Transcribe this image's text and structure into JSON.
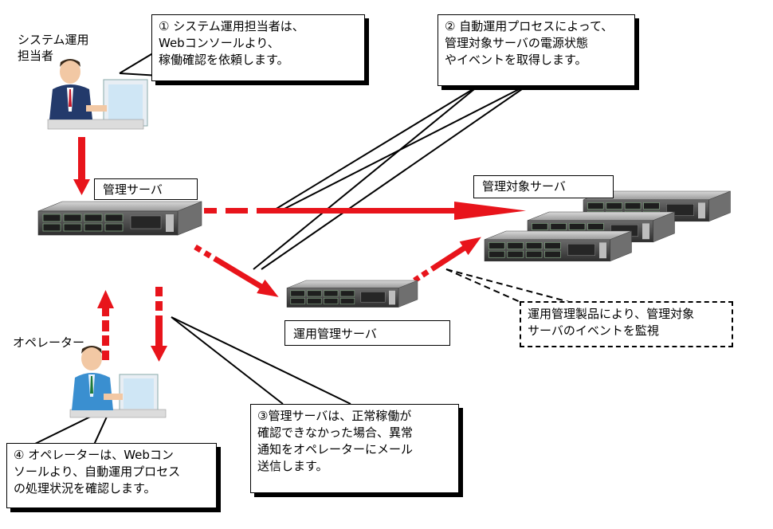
{
  "actors": {
    "sysadmin_label": "システム運用\n担当者",
    "operator_label": "オペレーター"
  },
  "nodes": {
    "mgmt_server": "管理サーバ",
    "ops_mgmt_server": "運用管理サーバ",
    "target_servers": "管理対象サーバ"
  },
  "callouts": {
    "step1": "① システム運用担当者は、\nWebコンソールより、\n稼働確認を依頼します。",
    "step2": "② 自動運用プロセスによって、\n管理対象サーバの電源状態\nやイベントを取得します。",
    "step3": "③管理サーバは、正常稼働が\n確認できなかった場合、異常\n通知をオペレーターにメール\n送信します。",
    "step4": "④ オペレーターは、Webコン\nソールより、自動運用プロセス\nの処理状況を確認します。",
    "monitor": "運用管理製品により、管理対象\nサーバのイベントを監視"
  },
  "colors": {
    "arrow": "#e8141b",
    "server_body": "#5a5a5a",
    "server_face": "#3c3c3c"
  }
}
